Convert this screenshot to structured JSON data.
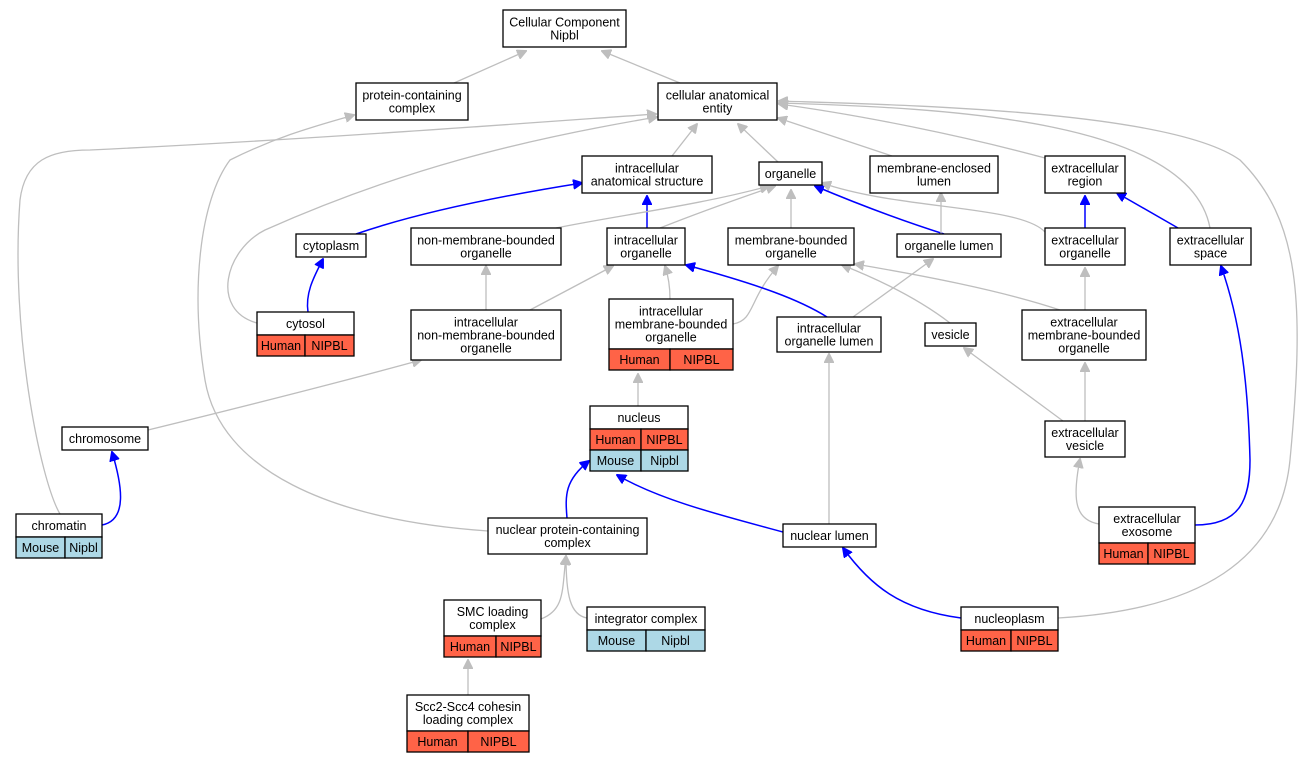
{
  "colors": {
    "human": "#ff6347",
    "mouse": "#add8e6",
    "is_a_edge": "#bebebe",
    "part_of_edge": "#0000ff"
  },
  "nodes": {
    "root": {
      "lines": [
        "Cellular Component",
        "Nipbl"
      ]
    },
    "protein_complex": {
      "lines": [
        "protein-containing",
        "complex"
      ]
    },
    "cae": {
      "lines": [
        "cellular anatomical",
        "entity"
      ]
    },
    "ias": {
      "lines": [
        "intracellular",
        "anatomical structure"
      ]
    },
    "organelle": {
      "lines": [
        "organelle"
      ]
    },
    "mel": {
      "lines": [
        "membrane-enclosed",
        "lumen"
      ]
    },
    "ext_region": {
      "lines": [
        "extracellular",
        "region"
      ]
    },
    "cytoplasm": {
      "lines": [
        "cytoplasm"
      ]
    },
    "nmbo": {
      "lines": [
        "non-membrane-bounded",
        "organelle"
      ]
    },
    "io": {
      "lines": [
        "intracellular",
        "organelle"
      ]
    },
    "mbo": {
      "lines": [
        "membrane-bounded",
        "organelle"
      ]
    },
    "org_lumen": {
      "lines": [
        "organelle lumen"
      ]
    },
    "ext_org": {
      "lines": [
        "extracellular",
        "organelle"
      ]
    },
    "ext_space": {
      "lines": [
        "extracellular",
        "space"
      ]
    },
    "cytosol": {
      "lines": [
        "cytosol"
      ],
      "tags": [
        {
          "species": "Human",
          "gene": "NIPBL"
        }
      ]
    },
    "inmbo": {
      "lines": [
        "intracellular",
        "non-membrane-bounded",
        "organelle"
      ]
    },
    "imbo": {
      "lines": [
        "intracellular",
        "membrane-bounded",
        "organelle"
      ],
      "tags": [
        {
          "species": "Human",
          "gene": "NIPBL"
        }
      ]
    },
    "iol": {
      "lines": [
        "intracellular",
        "organelle lumen"
      ]
    },
    "vesicle": {
      "lines": [
        "vesicle"
      ]
    },
    "embo": {
      "lines": [
        "extracellular",
        "membrane-bounded",
        "organelle"
      ]
    },
    "nucleus": {
      "lines": [
        "nucleus"
      ],
      "tags": [
        {
          "species": "Human",
          "gene": "NIPBL"
        },
        {
          "species": "Mouse",
          "gene": "Nipbl"
        }
      ]
    },
    "chromosome": {
      "lines": [
        "chromosome"
      ]
    },
    "ext_vesicle": {
      "lines": [
        "extracellular",
        "vesicle"
      ]
    },
    "chromatin": {
      "lines": [
        "chromatin"
      ],
      "tags": [
        {
          "species": "Mouse",
          "gene": "Nipbl"
        }
      ]
    },
    "npcc": {
      "lines": [
        "nuclear protein-containing",
        "complex"
      ]
    },
    "nuc_lumen": {
      "lines": [
        "nuclear lumen"
      ]
    },
    "exosome": {
      "lines": [
        "extracellular",
        "exosome"
      ],
      "tags": [
        {
          "species": "Human",
          "gene": "NIPBL"
        }
      ]
    },
    "smc": {
      "lines": [
        "SMC loading",
        "complex"
      ],
      "tags": [
        {
          "species": "Human",
          "gene": "NIPBL"
        }
      ]
    },
    "integrator": {
      "lines": [
        "integrator complex"
      ],
      "tags": [
        {
          "species": "Mouse",
          "gene": "Nipbl"
        }
      ]
    },
    "nucleoplasm": {
      "lines": [
        "nucleoplasm"
      ],
      "tags": [
        {
          "species": "Human",
          "gene": "NIPBL"
        }
      ]
    },
    "scc": {
      "lines": [
        "Scc2-Scc4 cohesin",
        "loading complex"
      ],
      "tags": [
        {
          "species": "Human",
          "gene": "NIPBL"
        }
      ]
    }
  },
  "edges": [
    {
      "from": "protein_complex",
      "to": "root",
      "type": "is_a"
    },
    {
      "from": "cae",
      "to": "root",
      "type": "is_a"
    },
    {
      "from": "ias",
      "to": "cae",
      "type": "is_a"
    },
    {
      "from": "organelle",
      "to": "cae",
      "type": "is_a"
    },
    {
      "from": "mel",
      "to": "cae",
      "type": "is_a"
    },
    {
      "from": "ext_region",
      "to": "cae",
      "type": "is_a"
    },
    {
      "from": "cytoplasm",
      "to": "ias",
      "type": "part_of"
    },
    {
      "from": "io",
      "to": "ias",
      "type": "part_of"
    },
    {
      "from": "nmbo",
      "to": "organelle",
      "type": "is_a"
    },
    {
      "from": "io",
      "to": "organelle",
      "type": "is_a"
    },
    {
      "from": "mbo",
      "to": "organelle",
      "type": "is_a"
    },
    {
      "from": "org_lumen",
      "to": "organelle",
      "type": "part_of"
    },
    {
      "from": "org_lumen",
      "to": "mel",
      "type": "is_a"
    },
    {
      "from": "ext_org",
      "to": "ext_region",
      "type": "part_of"
    },
    {
      "from": "ext_space",
      "to": "ext_region",
      "type": "part_of"
    },
    {
      "from": "ext_org",
      "to": "organelle",
      "type": "is_a"
    },
    {
      "from": "ext_space",
      "to": "cae",
      "type": "is_a"
    },
    {
      "from": "cytosol",
      "to": "cytoplasm",
      "type": "part_of"
    },
    {
      "from": "cytosol",
      "to": "cae",
      "type": "is_a"
    },
    {
      "from": "inmbo",
      "to": "nmbo",
      "type": "is_a"
    },
    {
      "from": "inmbo",
      "to": "io",
      "type": "is_a"
    },
    {
      "from": "imbo",
      "to": "io",
      "type": "is_a"
    },
    {
      "from": "imbo",
      "to": "mbo",
      "type": "is_a"
    },
    {
      "from": "iol",
      "to": "io",
      "type": "part_of"
    },
    {
      "from": "iol",
      "to": "org_lumen",
      "type": "is_a"
    },
    {
      "from": "vesicle",
      "to": "mbo",
      "type": "is_a"
    },
    {
      "from": "embo",
      "to": "mbo",
      "type": "is_a"
    },
    {
      "from": "embo",
      "to": "ext_org",
      "type": "is_a"
    },
    {
      "from": "nucleus",
      "to": "imbo",
      "type": "is_a"
    },
    {
      "from": "chromosome",
      "to": "inmbo",
      "type": "is_a"
    },
    {
      "from": "ext_vesicle",
      "to": "vesicle",
      "type": "is_a"
    },
    {
      "from": "ext_vesicle",
      "to": "embo",
      "type": "is_a"
    },
    {
      "from": "chromatin",
      "to": "chromosome",
      "type": "part_of"
    },
    {
      "from": "chromatin",
      "to": "cae",
      "type": "is_a"
    },
    {
      "from": "npcc",
      "to": "nucleus",
      "type": "part_of"
    },
    {
      "from": "npcc",
      "to": "protein_complex",
      "type": "is_a"
    },
    {
      "from": "nuc_lumen",
      "to": "nucleus",
      "type": "part_of"
    },
    {
      "from": "nuc_lumen",
      "to": "iol",
      "type": "is_a"
    },
    {
      "from": "exosome",
      "to": "ext_vesicle",
      "type": "is_a"
    },
    {
      "from": "exosome",
      "to": "ext_space",
      "type": "part_of"
    },
    {
      "from": "smc",
      "to": "npcc",
      "type": "is_a"
    },
    {
      "from": "integrator",
      "to": "npcc",
      "type": "is_a"
    },
    {
      "from": "nucleoplasm",
      "to": "nuc_lumen",
      "type": "part_of"
    },
    {
      "from": "nucleoplasm",
      "to": "cae",
      "type": "is_a"
    },
    {
      "from": "scc",
      "to": "smc",
      "type": "is_a"
    }
  ]
}
